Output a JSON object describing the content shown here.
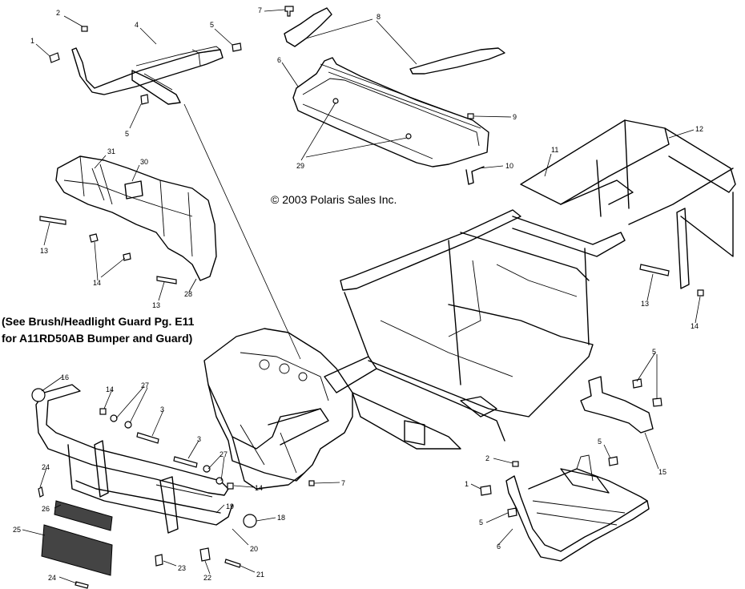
{
  "copyright": "© 2003 Polaris Sales Inc.",
  "note": {
    "line1": "(See Brush/Headlight Guard Pg. E11",
    "line2": "for A11RD50AB Bumper and Guard)"
  },
  "callouts": [
    {
      "id": "c-2a",
      "label": "2"
    },
    {
      "id": "c-1a",
      "label": "1"
    },
    {
      "id": "c-4",
      "label": "4"
    },
    {
      "id": "c-5a",
      "label": "5"
    },
    {
      "id": "c-5b",
      "label": "5"
    },
    {
      "id": "c-7a",
      "label": "7"
    },
    {
      "id": "c-8",
      "label": "8"
    },
    {
      "id": "c-6a",
      "label": "6"
    },
    {
      "id": "c-9",
      "label": "9"
    },
    {
      "id": "c-29",
      "label": "29"
    },
    {
      "id": "c-10",
      "label": "10"
    },
    {
      "id": "c-11",
      "label": "11"
    },
    {
      "id": "c-12",
      "label": "12"
    },
    {
      "id": "c-31",
      "label": "31"
    },
    {
      "id": "c-30",
      "label": "30"
    },
    {
      "id": "c-13a",
      "label": "13"
    },
    {
      "id": "c-14a",
      "label": "14"
    },
    {
      "id": "c-13b",
      "label": "13"
    },
    {
      "id": "c-28",
      "label": "28"
    },
    {
      "id": "c-13c",
      "label": "13"
    },
    {
      "id": "c-14b",
      "label": "14"
    },
    {
      "id": "c-16",
      "label": "16"
    },
    {
      "id": "c-14c",
      "label": "14"
    },
    {
      "id": "c-27a",
      "label": "27"
    },
    {
      "id": "c-3a",
      "label": "3"
    },
    {
      "id": "c-3b",
      "label": "3"
    },
    {
      "id": "c-27b",
      "label": "27"
    },
    {
      "id": "c-14d",
      "label": "14"
    },
    {
      "id": "c-7b",
      "label": "7"
    },
    {
      "id": "c-24a",
      "label": "24"
    },
    {
      "id": "c-26",
      "label": "26"
    },
    {
      "id": "c-19",
      "label": "19"
    },
    {
      "id": "c-25",
      "label": "25"
    },
    {
      "id": "c-18",
      "label": "18"
    },
    {
      "id": "c-20",
      "label": "20"
    },
    {
      "id": "c-23",
      "label": "23"
    },
    {
      "id": "c-22",
      "label": "22"
    },
    {
      "id": "c-21",
      "label": "21"
    },
    {
      "id": "c-24b",
      "label": "24"
    },
    {
      "id": "c-5c",
      "label": "5"
    },
    {
      "id": "c-15",
      "label": "15"
    },
    {
      "id": "c-5d",
      "label": "5"
    },
    {
      "id": "c-2b",
      "label": "2"
    },
    {
      "id": "c-1b",
      "label": "1"
    },
    {
      "id": "c-5e",
      "label": "5"
    },
    {
      "id": "c-6b",
      "label": "6"
    }
  ]
}
